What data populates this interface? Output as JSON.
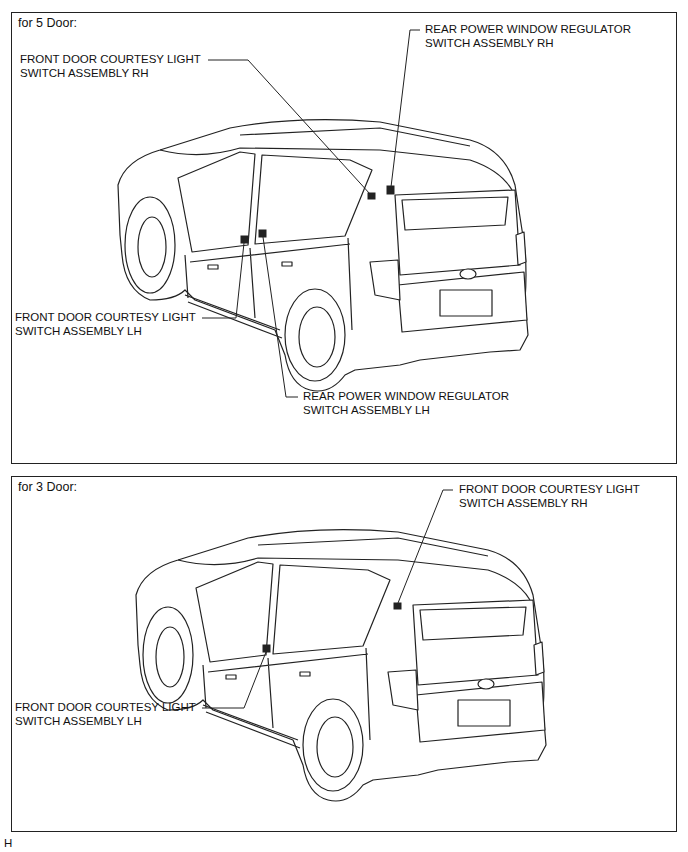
{
  "diagram": {
    "nodes": [
      {
        "text": [
          "for 5 Door:"
        ]
      },
      {
        "text": [
          "for 3 Door:"
        ]
      }
    ],
    "labels": [
      "FRONT DOOR COURTESY LIGHT SWITCH ASSEMBLY RH",
      "REAR POWER WINDOW REGULATOR SWITCH ASSEMBLY RH",
      "FRONT DOOR COURTESY LIGHT SWITCH ASSEMBLY LH",
      "REAR POWER WINDOW REGULATOR SWITCH ASSEMBLY LH",
      "FRONT DOOR COURTESY LIGHT SWITCH ASSEMBLY RH",
      "FRONT DOOR COURTESY LIGHT SWITCH ASSEMBLY LH",
      "H"
    ]
  }
}
